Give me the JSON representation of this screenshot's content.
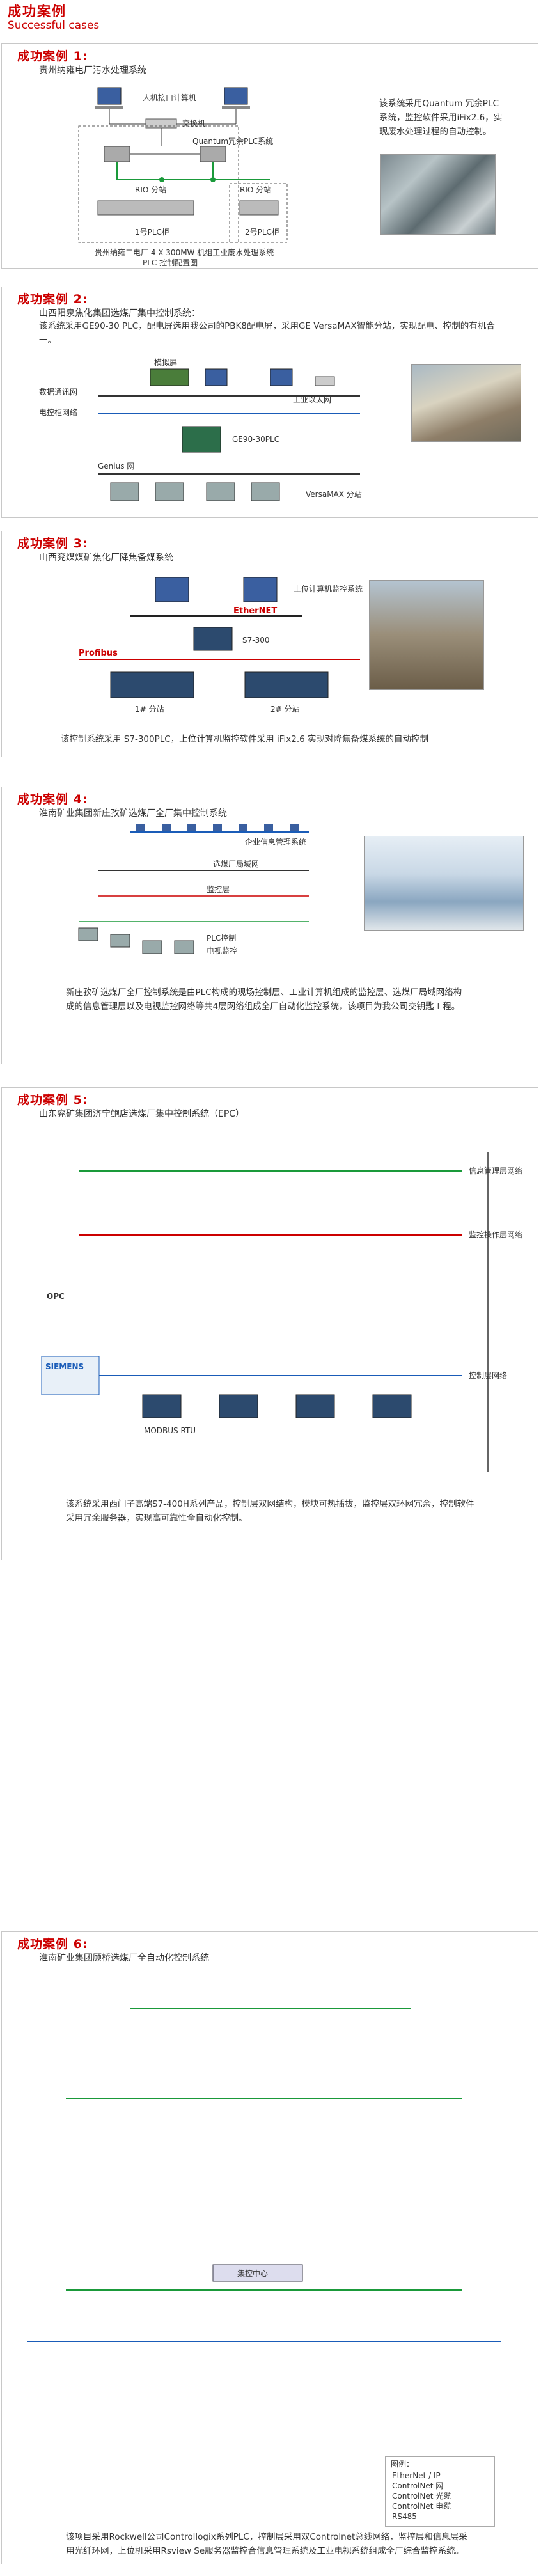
{
  "page": {
    "title": "成功案例",
    "subtitle": "Successful cases"
  },
  "case1": {
    "title": "成功案例 1:",
    "subtitle": "贵州纳雍电厂污水处理系统",
    "desc": "该系统采用Quantum 冗余PLC系统，监控软件采用iFix2.6，实现废水处理过程的自动控制。",
    "diagram": {
      "hmi_label": "人机接口计算机",
      "switch_label": "交换机",
      "plc_label": "Quantum冗余PLC系统",
      "rio1_label": "RIO 分站",
      "rio2_label": "RIO 分站",
      "plc1_label": "1号PLC柜",
      "plc2_label": "2号PLC柜",
      "caption_1": "贵州纳雍二电厂 4 X 300MW 机组工业废水处理系统",
      "caption_2": "PLC 控制配置图"
    }
  },
  "case2": {
    "title": "成功案例 2:",
    "subtitle": "山西阳泉焦化集团选煤厂集中控制系统：",
    "desc": "该系统采用GE90-30 PLC，配电屏选用我公司的PBK8配电屏，采用GE VersaMAX智能分站，实现配电、控制的有机合一。",
    "diagram": {
      "screen_label": "模拟屏",
      "industrial_pc_label": "工业以太网",
      "data_link_label": "数据通讯网",
      "control_net_label": "电控柜网络",
      "plc_label": "GE90-30PLC",
      "genius_label": "Genius 网",
      "versamax_label": "VersaMAX 分站"
    }
  },
  "case3": {
    "title": "成功案例 3:",
    "subtitle": "山西兖煤煤矿焦化厂降焦备煤系统",
    "desc": "该控制系统采用 S7-300PLC，上位计算机监控软件采用 iFix2.6 实现对降焦备煤系统的自动控制",
    "diagram": {
      "upper_label": "上位计算机监控系统",
      "ethernet_label": "EtherNET",
      "s7_label": "S7-300",
      "profibus_label": "Profibus",
      "sub1_label": "1# 分站",
      "sub2_label": "2# 分站"
    }
  },
  "case4": {
    "title": "成功案例 4:",
    "subtitle": "淮南矿业集团新庄孜矿选煤厂全厂集中控制系统",
    "desc": "新庄孜矿选煤厂全厂控制系统是由PLC构成的现场控制层、工业计算机组成的监控层、选煤厂局域网络构成的信息管理层以及电视监控网络等共4层网络组成全厂自动化监控系统，该项目为我公司交钥匙工程。",
    "diagram": {
      "mgmt_label": "企业信息管理系统",
      "lan_label": "选煤厂局域网",
      "monitor_label": "监控层",
      "field_label": "PLC控制",
      "video_label": "电视监控"
    }
  },
  "case5": {
    "title": "成功案例 5:",
    "subtitle": "山东兖矿集团济宁鲍店选煤厂集中控制系统（EPC）",
    "desc": "该系统采用西门子高端S7-400H系列产品，控制层双网结构，模块可热插拔，监控层双环网冗余，控制软件采用冗余服务器，实现高可靠性全自动化控制。",
    "diagram": {
      "opc_label": "OPC",
      "siemens_label": "SIEMENS",
      "mgmt_layer": "信息管理层网络",
      "monitor_layer": "监控操作层网络",
      "control_layer": "控制层网络",
      "rtu_label": "MODBUS RTU"
    }
  },
  "case6": {
    "title": "成功案例 6:",
    "subtitle": "淮南矿业集团顾桥选煤厂全自动化控制系统",
    "desc": "该项目采用Rockwell公司Controllogix系列PLC，控制层采用双Controlnet总线网络，监控层和信息层采用光纤环网，上位机采用Rsview Se服务器监控合信息管理系统及工业电视系统组成全厂综合监控系统。",
    "diagram": {
      "center_label": "集控中心",
      "legend_title": "图例：",
      "legend_items": [
        "EtherNet / IP",
        "ControlNet 网",
        "ControlNet 光缆",
        "ControlNet 电缆",
        "RS485"
      ]
    }
  },
  "colors": {
    "accent": "#cc0000",
    "green_net": "#1a9a3a",
    "blue_net": "#1a5cb8"
  }
}
